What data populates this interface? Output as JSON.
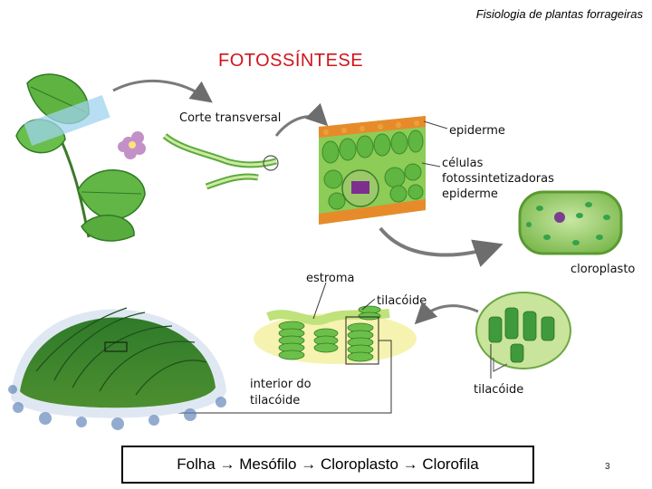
{
  "header": {
    "subtitle": "Fisiologia de plantas forrageiras"
  },
  "title": "FOTOSSÍNTESE",
  "labels": {
    "corte": "Corte transversal",
    "epiderme_top": "epiderme",
    "celulas_1": "células",
    "celulas_2": "fotossintetizadoras",
    "epiderme_bottom": "epiderme",
    "cloroplasto": "cloroplasto",
    "estroma": "estroma",
    "tilacoide_top": "tilacóide",
    "interior_1": "interior do",
    "interior_2": "tilacóide",
    "tilacoide_bottom": "tilacóide"
  },
  "summary": "Folha → Mesófilo → Cloroplasto → Clorofila",
  "page_number": "3",
  "colors": {
    "title": "#d1141b",
    "leaf": "#4caf3a",
    "chloroplast": "#2e7d32",
    "arrow": "#888888"
  }
}
